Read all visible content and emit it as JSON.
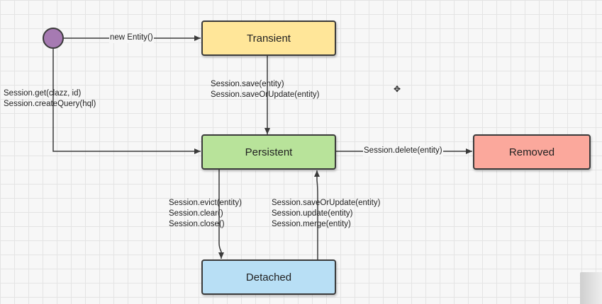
{
  "nodes": {
    "transient": {
      "label": "Transient",
      "color": "#ffe699"
    },
    "persistent": {
      "label": "Persistent",
      "color": "#b8e39a"
    },
    "removed": {
      "label": "Removed",
      "color": "#fba89c"
    },
    "detached": {
      "label": "Detached",
      "color": "#b8dff5"
    },
    "start": {
      "color": "#a67ab2"
    }
  },
  "edges": {
    "start_to_transient": {
      "lines": [
        "new Entity()"
      ]
    },
    "transient_to_persistent": {
      "lines": [
        "Session.save(entity)",
        "Session.saveOrUpdate(entity)"
      ]
    },
    "start_to_persistent": {
      "lines": [
        "Session.get(clazz, id)",
        "Session.createQuery(hql)"
      ]
    },
    "persistent_to_removed": {
      "lines": [
        "Session.delete(entity)"
      ]
    },
    "persistent_to_detached": {
      "lines": [
        "Session.evict(entity)",
        "Session.clear()",
        "Session.close()"
      ]
    },
    "detached_to_persistent": {
      "lines": [
        "Session.saveOrUpdate(entity)",
        "Session.update(entity)",
        "Session.merge(entity)"
      ]
    }
  },
  "cursor_icon": "move-cursor-icon"
}
